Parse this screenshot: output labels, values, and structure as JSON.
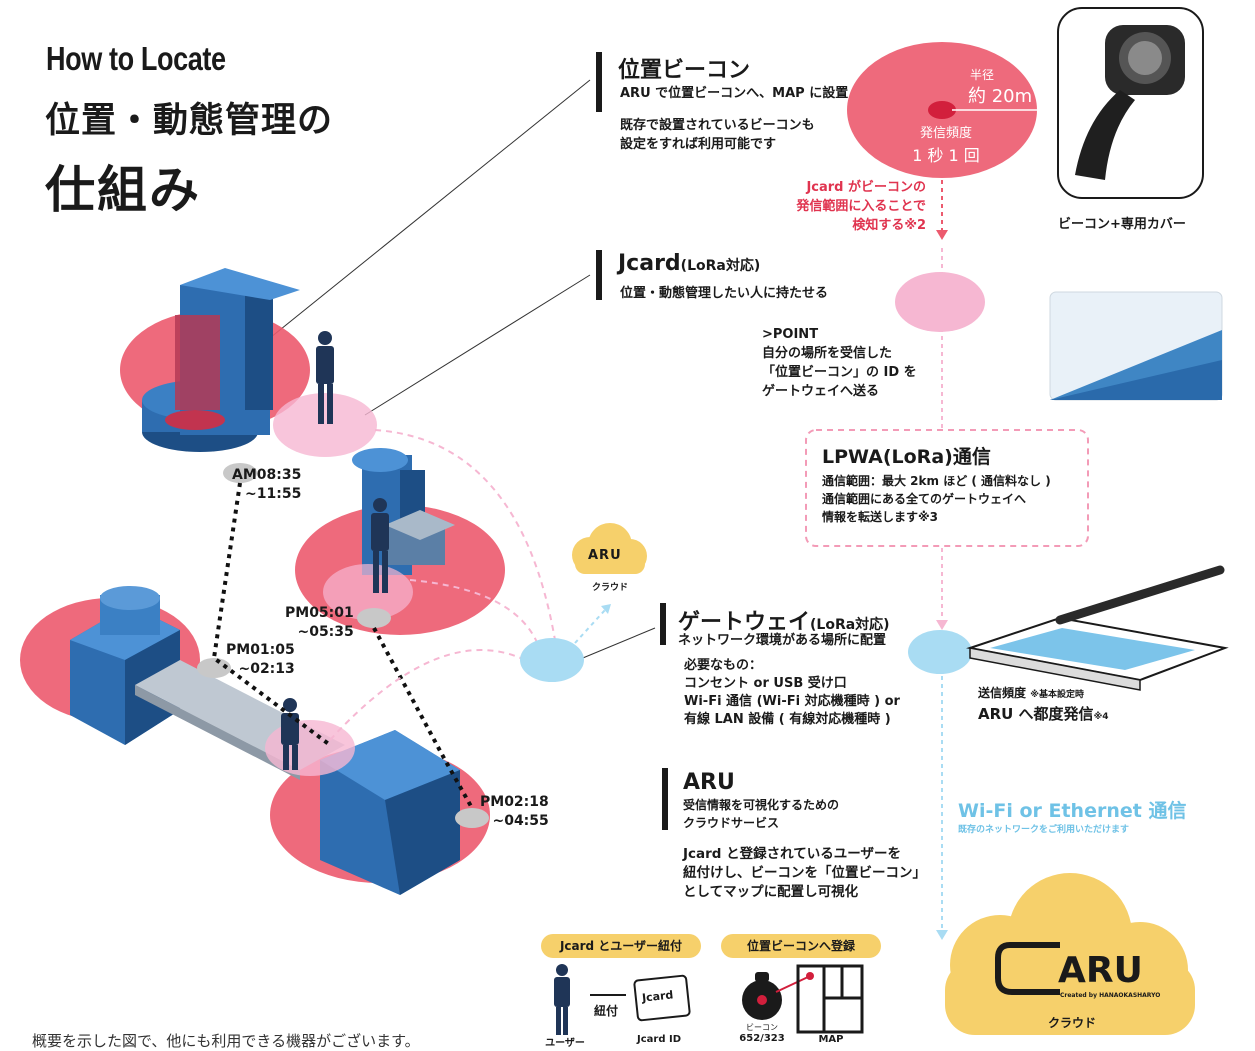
{
  "header": {
    "subtitle_en": "How to Locate",
    "title_line1": "位置・動態管理の",
    "title_line2": "仕組み"
  },
  "beacon_section": {
    "title": "位置ビーコン",
    "desc1": "ARU で位置ビーコンへ、MAP に設置",
    "desc2": "既存で設置されているビーコンも\n設定をすれば利用可能です",
    "radius_label": "半径",
    "radius_value": "約 20m",
    "freq_label": "発信頻度",
    "freq_value": "1 秒 1 回",
    "detect_note": "Jcard がビーコンの\n発信範囲に入ることで\n検知する※2",
    "photo_caption": "ビーコン+専用カバー"
  },
  "jcard_section": {
    "title": "Jcard",
    "title_suffix": "(LoRa対応)",
    "desc": "位置・動態管理したい人に持たせる",
    "point": ">POINT\n自分の場所を受信した\n「位置ビーコン」の ID を\nゲートウェイへ送る"
  },
  "lpwa_section": {
    "title": "LPWA(LoRa)通信",
    "desc": "通信範囲：最大 2km ほど ( 通信料なし )\n通信範囲にある全てのゲートウェイへ\n情報を転送します※3"
  },
  "gateway_section": {
    "title": "ゲートウェイ",
    "title_suffix": "(LoRa対応)",
    "desc": "ネットワーク環境がある場所に配置",
    "needs": "必要なもの：\nコンセント or USB 受け口\nWi-Fi 通信 (Wi-Fi 対応機種時 ) or\n有線 LAN 設備 ( 有線対応機種時 )",
    "send_freq_label": "送信頻度",
    "send_freq_note": "※基本設定時",
    "send_freq_value": "ARU へ都度発信",
    "send_freq_mark": "※4"
  },
  "network": {
    "title": "Wi-Fi or  Ethernet 通信",
    "note": "既存のネットワークをご利用いただけます"
  },
  "aru_section": {
    "title": "ARU",
    "desc1": "受信情報を可視化するための\nクラウドサービス",
    "desc2": "Jcard と登録されているユーザーを\n紐付けし、ビーコンを「位置ビーコン」\nとしてマップに配置し可視化"
  },
  "cloud_small": {
    "logo": "ARU",
    "label": "クラウド"
  },
  "cloud_big": {
    "logo": "ARU",
    "created_by": "Created by HANAOKASHARYO",
    "label": "クラウド"
  },
  "timeline": [
    {
      "time": "AM08:35\n~11:55"
    },
    {
      "time": "PM05:01\n~05:35"
    },
    {
      "time": "PM01:05\n~02:13"
    },
    {
      "time": "PM02:18\n~04:55"
    }
  ],
  "bottom": {
    "pill1": "Jcard とユーザー紐付",
    "pill2": "位置ビーコンへ登録",
    "link_label": "紐付",
    "card_label": "Jcard",
    "user_caption": "ユーザー",
    "card_caption": "Jcard ID",
    "beacon_small": "ビーコン",
    "beacon_id": "652/323",
    "map_caption": "MAP",
    "footnote": "概要を示した図で、他にも利用できる機器がございます。"
  },
  "colors": {
    "accent_red": "#e0344f",
    "zone_red": "#ec5a6e",
    "pink": "#f6b7d2",
    "light_blue": "#a9dcf3",
    "cloud_yellow": "#f6d06b",
    "machine_blue": "#2e6db0"
  }
}
